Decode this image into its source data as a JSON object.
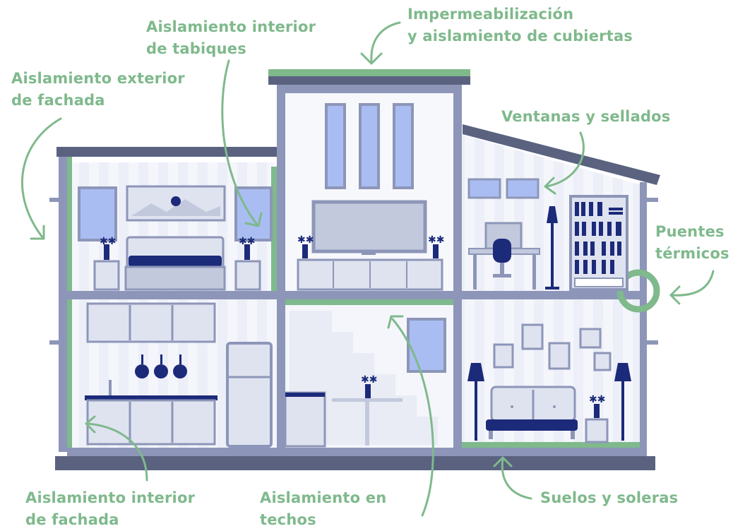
{
  "labels": {
    "roof": {
      "line1": "Impermeabilización",
      "line2": "y aislamiento de cubiertas"
    },
    "partitions": {
      "line1": "Aislamiento interior",
      "line2": "de tabiques"
    },
    "exterior_facade": {
      "line1": "Aislamiento exterior",
      "line2": "de fachada"
    },
    "windows": {
      "line1": "Ventanas y sellados"
    },
    "thermal_bridges": {
      "line1": "Puentes",
      "line2": "térmicos"
    },
    "interior_facade": {
      "line1": "Aislamiento interior",
      "line2": "de fachada"
    },
    "ceilings": {
      "line1": "Aislamiento en",
      "line2": "techos"
    },
    "floors": {
      "line1": "Suelos y soleras"
    }
  },
  "colors": {
    "accent_green": "#7fb98c",
    "wall": "#8d96b8",
    "dark_wall": "#5a6280",
    "navy": "#1c2a7a",
    "window": "#a9bdf2",
    "room_bg": "#f3f5fb",
    "furniture": "#c3c9dd"
  },
  "icons": [
    "arrow-icon",
    "thermal-bridge-ring-icon",
    "flower-icon",
    "lamp-icon"
  ]
}
